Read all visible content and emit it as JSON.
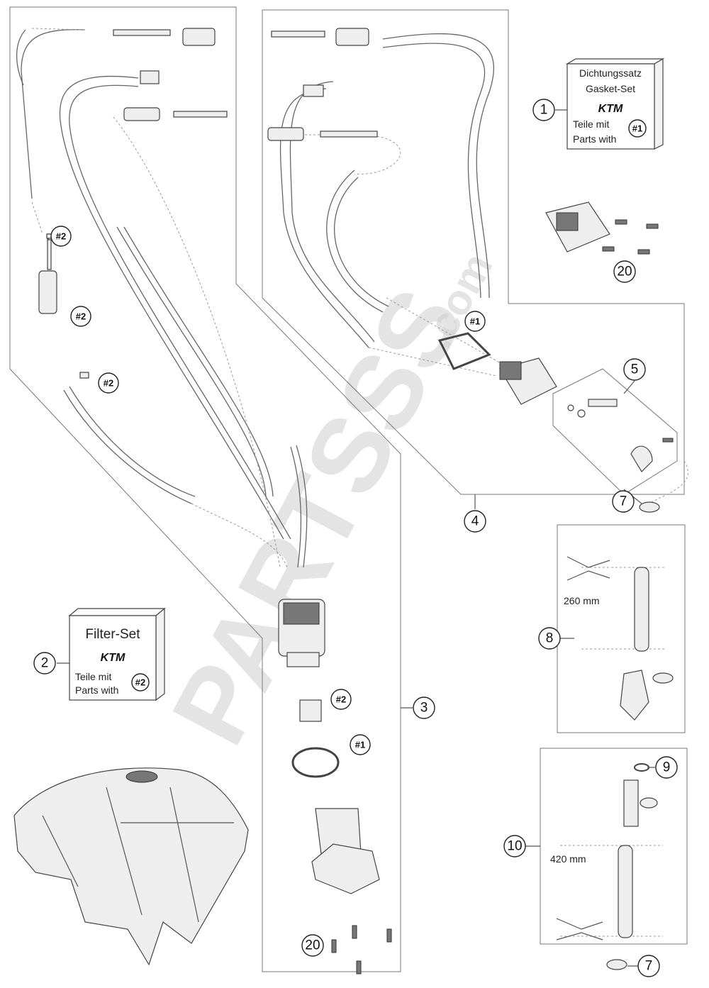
{
  "diagram": {
    "watermark": "PARTSSS",
    "watermark_suffix": ".com",
    "gasket_set": {
      "line1": "Dichtungssatz",
      "line2": "Gasket-Set",
      "logo": "KTM",
      "line3": "Teile mit",
      "line4": "Parts with",
      "ref": "#1"
    },
    "filter_set": {
      "line1": "Filter-Set",
      "logo": "KTM",
      "line3": "Teile mit",
      "line4": "Parts with",
      "ref": "#2"
    },
    "callouts": [
      "1",
      "2",
      "3",
      "4",
      "5",
      "7",
      "8",
      "9",
      "10",
      "20",
      "20",
      "7"
    ],
    "refs": [
      "#1",
      "#1",
      "#2",
      "#2",
      "#2",
      "#2"
    ],
    "hose_lengths": [
      "260 mm",
      "420 mm"
    ]
  }
}
